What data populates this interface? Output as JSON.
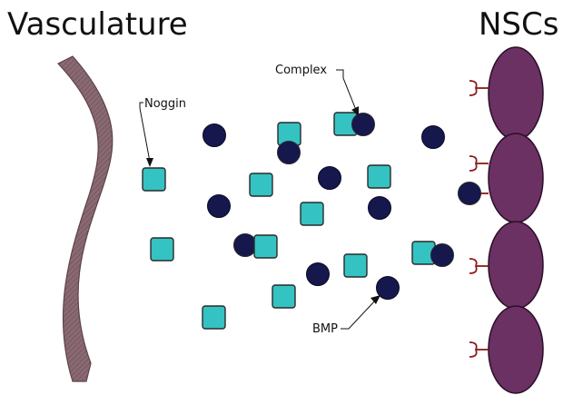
{
  "titles": {
    "left": "Vasculature",
    "right": "NSCs"
  },
  "labels": {
    "noggin": "Noggin",
    "complex": "Complex",
    "bmp": "BMP"
  },
  "colors": {
    "vessel": "#8a6a72",
    "noggin_fill": "#35c2c2",
    "noggin_stroke": "#2a2a2a",
    "bmp_fill": "#15174d",
    "nsc_fill": "#6b3163",
    "receptor": "#8b1a1a",
    "text": "#111111"
  }
}
